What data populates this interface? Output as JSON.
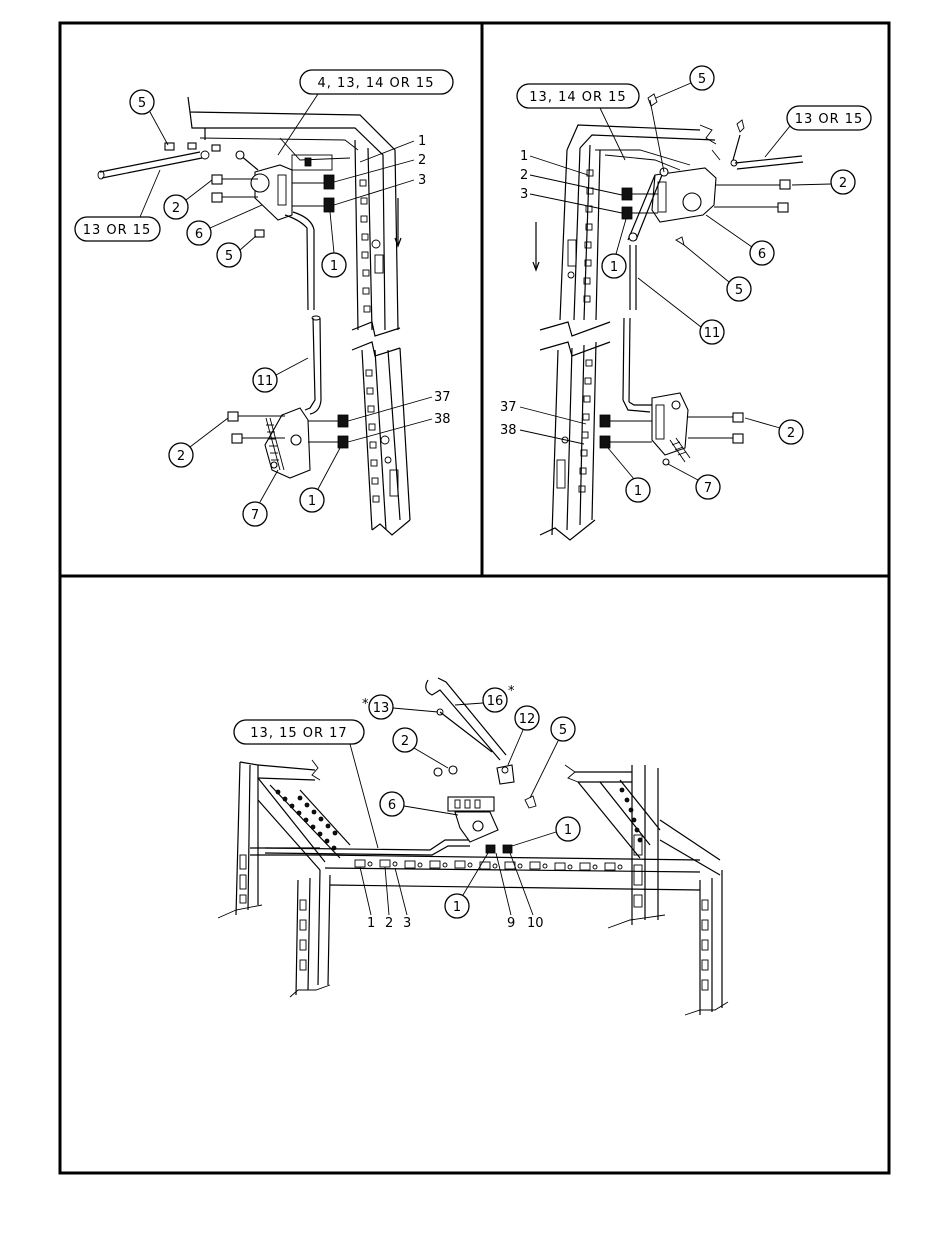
{
  "page": {
    "background": "#ffffff",
    "line_color": "#000000"
  },
  "views": {
    "top_left": {
      "pills": {
        "top": "4, 13, 14 OR 15",
        "left": "13 OR 15"
      },
      "callouts": {
        "c5a": "5",
        "c2a": "2",
        "c6": "6",
        "c5b": "5",
        "c1a": "1",
        "c11": "11",
        "c2b": "2",
        "c7": "7",
        "c1b": "1"
      },
      "refs": {
        "r1": "1",
        "r2": "2",
        "r3": "3",
        "r37": "37",
        "r38": "38"
      }
    },
    "top_right": {
      "pills": {
        "top": "13, 14 OR 15",
        "right": "13 OR 15"
      },
      "callouts": {
        "c5a": "5",
        "c2a": "2",
        "c1a": "1",
        "c6": "6",
        "c5b": "5",
        "c11": "11",
        "c2b": "2",
        "c1b": "1",
        "c7": "7"
      },
      "refs": {
        "r1": "1",
        "r2": "2",
        "r3": "3",
        "r37": "37",
        "r38": "38"
      }
    },
    "bottom": {
      "pills": {
        "left": "13, 15 OR 17"
      },
      "callouts": {
        "c13": "13",
        "c16": "16",
        "c12": "12",
        "c2": "2",
        "c5": "5",
        "c6": "6",
        "c1a": "1",
        "c1b": "1"
      },
      "asterisks": {
        "a13": "*",
        "a16": "*"
      },
      "refs": {
        "r1": "1",
        "r2": "2",
        "r3": "3",
        "r9": "9",
        "r10": "10"
      }
    }
  }
}
